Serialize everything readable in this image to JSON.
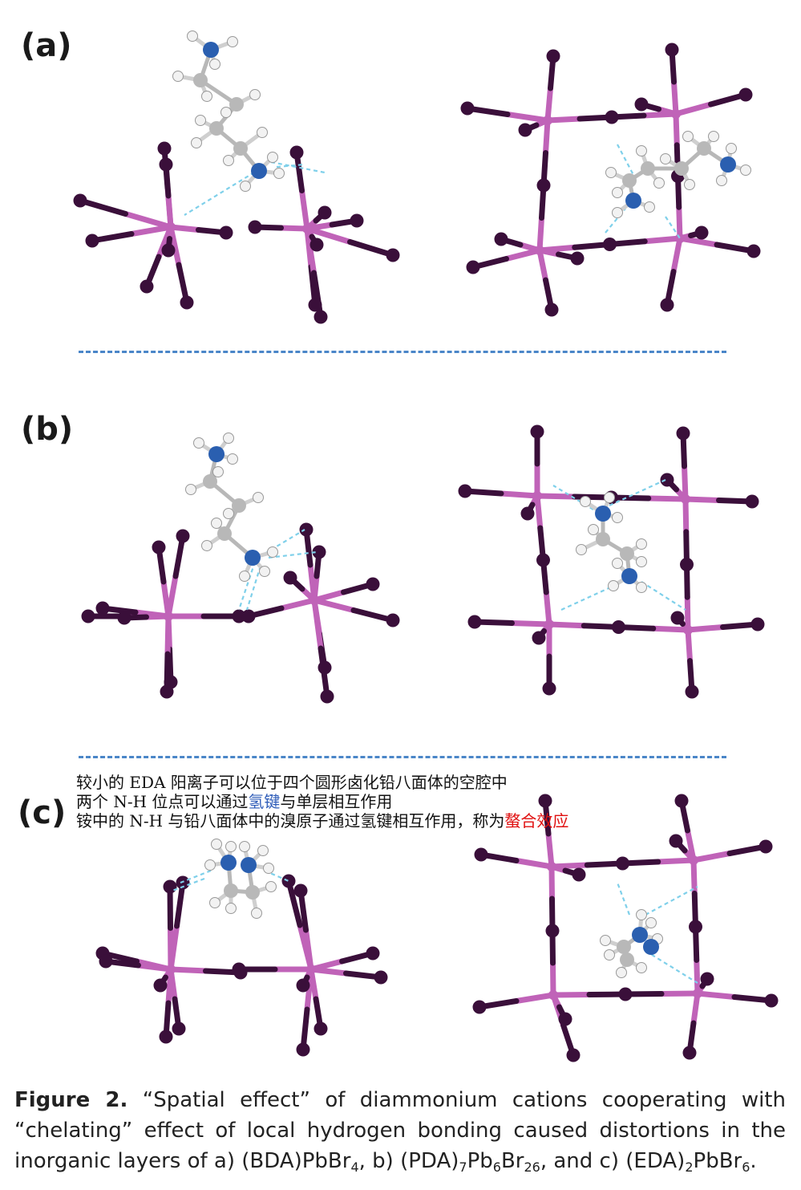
{
  "panels": [
    {
      "label": "(a)"
    },
    {
      "label": "(b)"
    },
    {
      "label": "(c)"
    }
  ],
  "annotations": {
    "line1": "较小的 EDA 阳离子可以位于四个圆形卤化铅八面体的空腔中",
    "line2_pre": "两个 N-H 位点可以通过",
    "line2_link": "氢键",
    "line2_post": "与单层相互作用",
    "line3_pre": "铵中的 N-H 与铅八面体中的溴原子通过氢键相互作用，称为",
    "line3_hl": "螯合效应"
  },
  "caption": {
    "figure_label": "Figure 2.",
    "text_1": " “Spatial effect” of diammonium cations cooperating with “chelating” effect of local hydrogen bonding caused distortions in the inorganic layers of a) (BDA)PbBr",
    "sub_1": "4",
    "text_2": ", b) (PDA)",
    "sub_2": "7",
    "text_3": "Pb",
    "sub_3": "6",
    "text_4": "Br",
    "sub_4": "26",
    "text_5": ", and c) (EDA)",
    "sub_5": "2",
    "text_6": "PbBr",
    "sub_6": "6",
    "text_7": "."
  },
  "colors": {
    "lead": "#c063b8",
    "bromine": "#3a0f3a",
    "nitrogen": "#2a5fb0",
    "carbon": "#b8b8b8",
    "hydrogen": "#f2f2f2",
    "hbond": "#7fd0ea",
    "divider": "#4a86c8",
    "highlight_blue": "#2e5cb8",
    "highlight_red": "#e01010"
  }
}
